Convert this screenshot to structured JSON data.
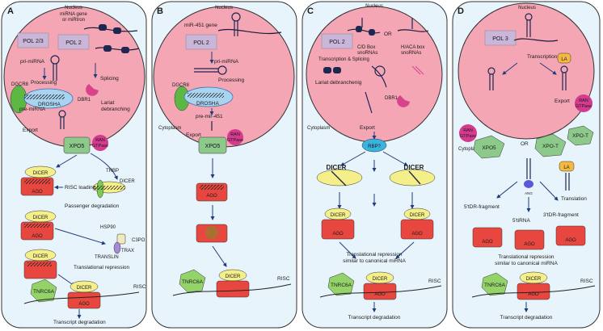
{
  "panels": [
    {
      "letter": "A",
      "nucleus": "Nucleus",
      "gene": [
        "miRNA gene",
        "or miRtron"
      ],
      "pol_left": "POL 2/3",
      "pol_main": "POL 2",
      "pri": "pri-miRNA",
      "processing": "Processing",
      "dgcr8": "DGCR8",
      "drosha": "DROSHA",
      "splicing": "Splicing",
      "dbr1": "DBR1",
      "lariat": [
        "Lariat",
        "debranching"
      ],
      "pre": "pre-miRNA",
      "export": "Export",
      "ran": [
        "RAN",
        "GTPase"
      ],
      "xpo5": "XPO5",
      "dicer": "DICER",
      "ago": "AGO",
      "trbp": "TRBP",
      "risc_loading": "RISC loading",
      "passenger": "Passenger degradation",
      "hsp90": "HSP90",
      "c3po": "C3PO",
      "trax": "TRAX",
      "translin": "TRANSLIN",
      "repression": "Translational repression",
      "tnrc6a": "TNRC6A",
      "risc": "RISC",
      "degradation": "Transcript degradation"
    },
    {
      "letter": "B",
      "nucleus": "Nucleus",
      "gene": "miR-451 gene",
      "pol": "POL 2",
      "pri": "pri-miRNA",
      "processing": "Processing",
      "dgcr8": "DGCR8",
      "drosha": "DROSHA",
      "pre": "pre-mir-451",
      "cytoplasm": "Cytoplasm",
      "export": "Export",
      "ran": [
        "RAN",
        "GTPase"
      ],
      "xpo5": "XPO5",
      "ago": "AGO",
      "tnrc6a": "TNRC6A",
      "dicer": "DICER",
      "risc": "RISC"
    },
    {
      "letter": "C",
      "nucleus": "Nucleus",
      "pol": "POL 2",
      "or": "OR",
      "cd": [
        "C/D Box",
        "snoRNAs"
      ],
      "haca": [
        "H/ACA box",
        "snoRNAs"
      ],
      "trans_splice": "Transcription &  Splicing",
      "lariat": "Lariat debranchenig",
      "dbr1": "DBR1",
      "cytoplasm": "Cytoplasm",
      "export": "Export",
      "rbp": "RBP?",
      "dicer": "DICER",
      "ago": "AGO",
      "repression": [
        "Translational repression",
        "similar to canonical miRNA"
      ],
      "tnrc6a": "TNRC6A",
      "risc": "RISC",
      "degradation": "Transcript degradation"
    },
    {
      "letter": "D",
      "nucleus": "Nucleus",
      "pol": "POL 3",
      "transcription": "Transcription",
      "la": "LA",
      "export": "Export",
      "ran": [
        "RAN",
        "GTPase"
      ],
      "cytoplasm": "Cytoplasm",
      "xpo5": "XPO5",
      "or": "OR",
      "xpot": "XPO-T",
      "ang": "ANG",
      "translation": "Translation",
      "frag5": "5'tDR-fragment",
      "frag3": "3'tDR-fragment",
      "tirna": "5'tiRNA",
      "ago": "AGO",
      "repression": [
        "Translational repression",
        "similar to canonical miRNA"
      ],
      "tnrc6a": "TNRC6A",
      "dicer": "DICER",
      "risc": "RISC",
      "degradation": "Transcript degradation"
    }
  ],
  "colors": {
    "cell": "#e8f4fb",
    "nucleus": "#f4a6b5",
    "pol": "#c9b6d9",
    "dicer": "#f5ef8a",
    "ago": "#e8473f",
    "green": "#7ccc4f",
    "xpo": "#8cc98a",
    "ran": "#d43a8e",
    "drosha": "#a9d4f0",
    "tnrc": "#94d36a",
    "rbp": "#39b3e0",
    "la": "#f4b942",
    "dbr1": "#d9438b"
  }
}
